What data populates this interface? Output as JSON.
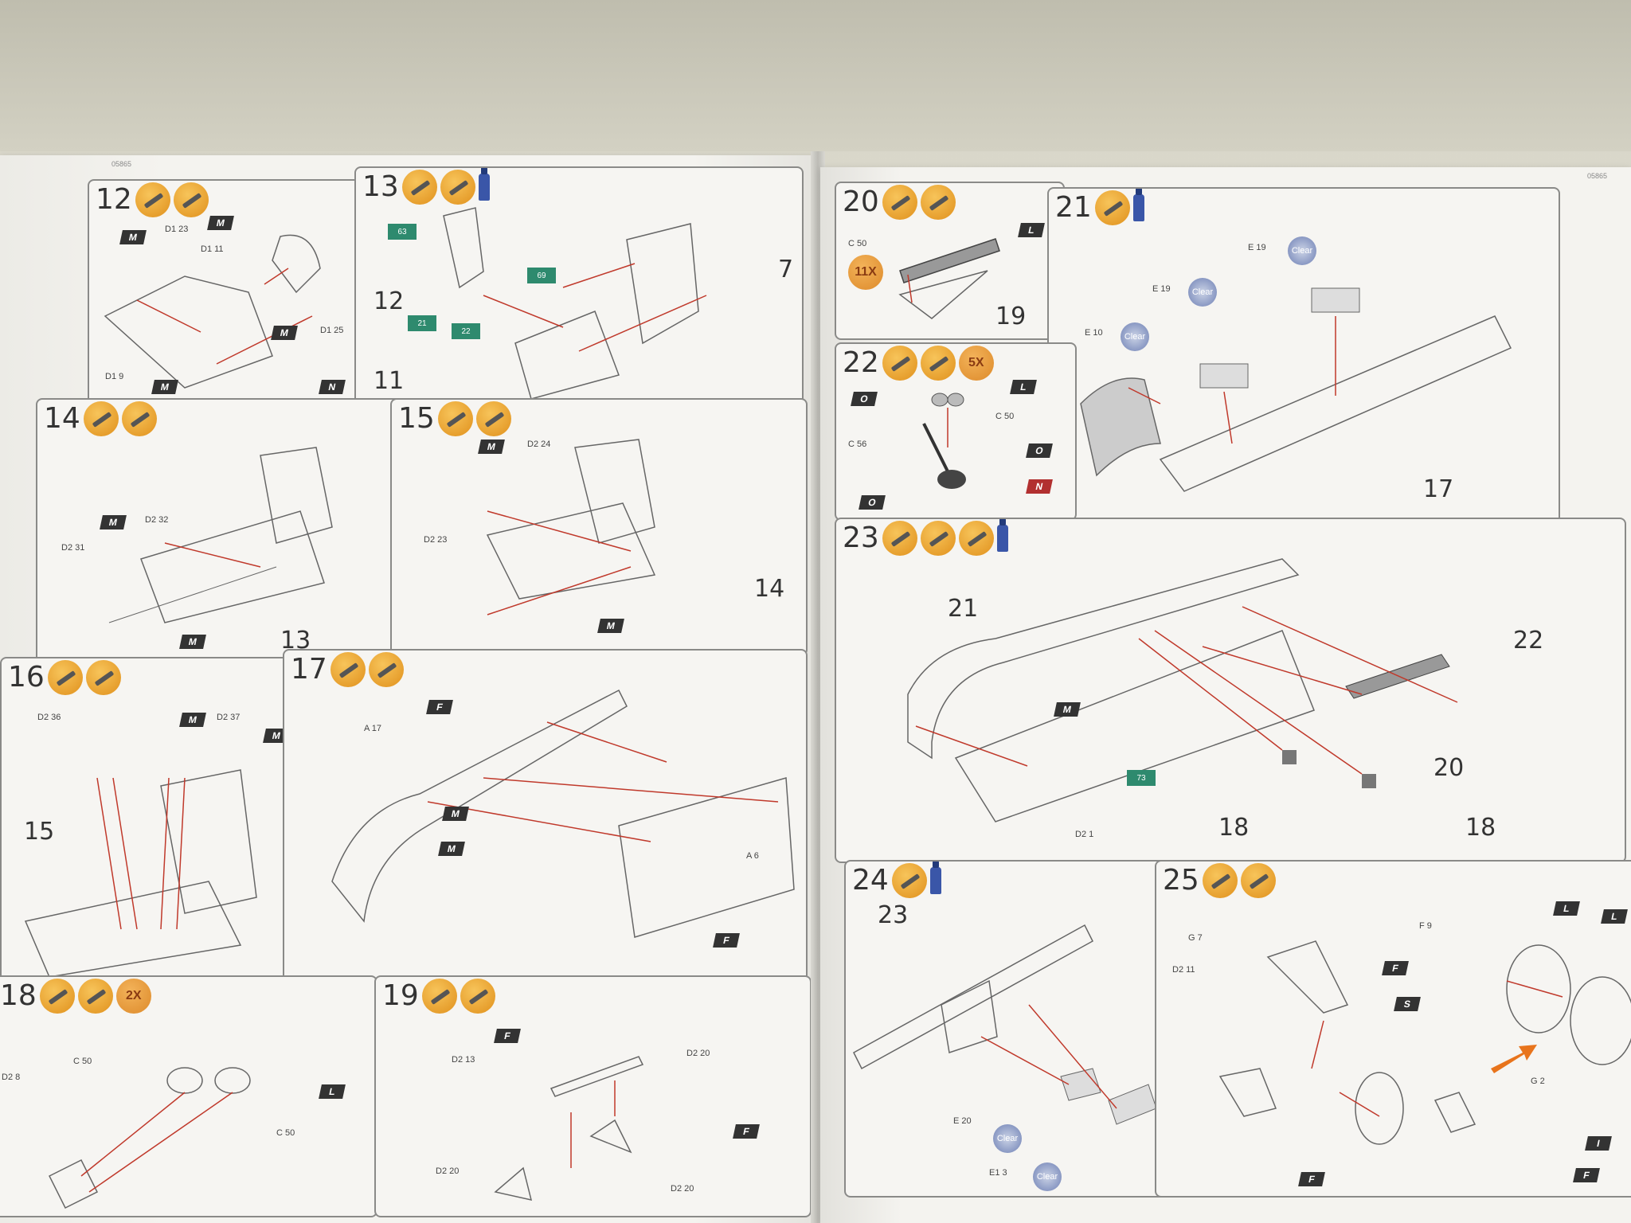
{
  "left_page": {
    "corner_code": "05865",
    "steps": [
      {
        "id": "12",
        "callouts": [],
        "tags": [
          "M",
          "M",
          "M",
          "M",
          "N"
        ],
        "refs": [
          "D1 23",
          "D1 11",
          "D1 25",
          "D1 9"
        ]
      },
      {
        "id": "13",
        "callouts": [
          "12",
          "11",
          "7"
        ],
        "greens": [
          "63",
          "69",
          "21",
          "22"
        ]
      },
      {
        "id": "14",
        "callouts": [
          "13"
        ],
        "tags": [
          "M",
          "M"
        ],
        "refs": [
          "D2 32",
          "D2 31"
        ]
      },
      {
        "id": "15",
        "callouts": [
          "14"
        ],
        "tags": [
          "M",
          "M"
        ],
        "refs": [
          "D2 24",
          "D2 23"
        ]
      },
      {
        "id": "16",
        "callouts": [
          "15"
        ],
        "tags": [
          "M",
          "M"
        ],
        "refs": [
          "D2 36",
          "D2 37"
        ]
      },
      {
        "id": "17",
        "callouts": [],
        "tags": [
          "F",
          "M",
          "M",
          "F"
        ],
        "refs": [
          "A 17",
          "A 6"
        ]
      },
      {
        "id": "18",
        "callouts": [],
        "mult": "2X",
        "tags": [
          "L"
        ],
        "refs": [
          "D2 8",
          "C 50",
          "C 50"
        ]
      },
      {
        "id": "19",
        "callouts": [],
        "tags": [
          "F",
          "F"
        ],
        "refs": [
          "D2 13",
          "D2 20",
          "D2 20",
          "D2 20"
        ]
      }
    ]
  },
  "right_page": {
    "corner_code": "05865",
    "steps": [
      {
        "id": "20",
        "callouts": [
          "19"
        ],
        "mult": "11X",
        "tags": [
          "L"
        ],
        "refs": [
          "C 50"
        ]
      },
      {
        "id": "21",
        "callouts": [
          "17"
        ],
        "refs": [
          "E 19",
          "E 19",
          "E 10"
        ],
        "clear_label": "Clear"
      },
      {
        "id": "22",
        "mult": "5X",
        "tags": [
          "O",
          "L",
          "O",
          "O",
          "N"
        ],
        "refs": [
          "C 50",
          "C 56"
        ]
      },
      {
        "id": "23",
        "callouts": [
          "21",
          "22",
          "20",
          "18",
          "18"
        ],
        "tags": [
          "M"
        ],
        "greens": [
          "73"
        ],
        "refs": [
          "D2 1"
        ]
      },
      {
        "id": "24",
        "callouts": [
          "23"
        ],
        "refs": [
          "E 20",
          "E1 3"
        ],
        "clear_label": "Clear"
      },
      {
        "id": "25",
        "tags": [
          "L",
          "L",
          "F",
          "S",
          "F",
          "F",
          "I"
        ],
        "refs": [
          "F 9",
          "G 7",
          "D2 11",
          "G 2"
        ]
      }
    ]
  },
  "colors": {
    "accent": "#e0901c",
    "arrow": "#c0392b",
    "green": "#2e8a6e",
    "paint": "#3a56a8"
  }
}
